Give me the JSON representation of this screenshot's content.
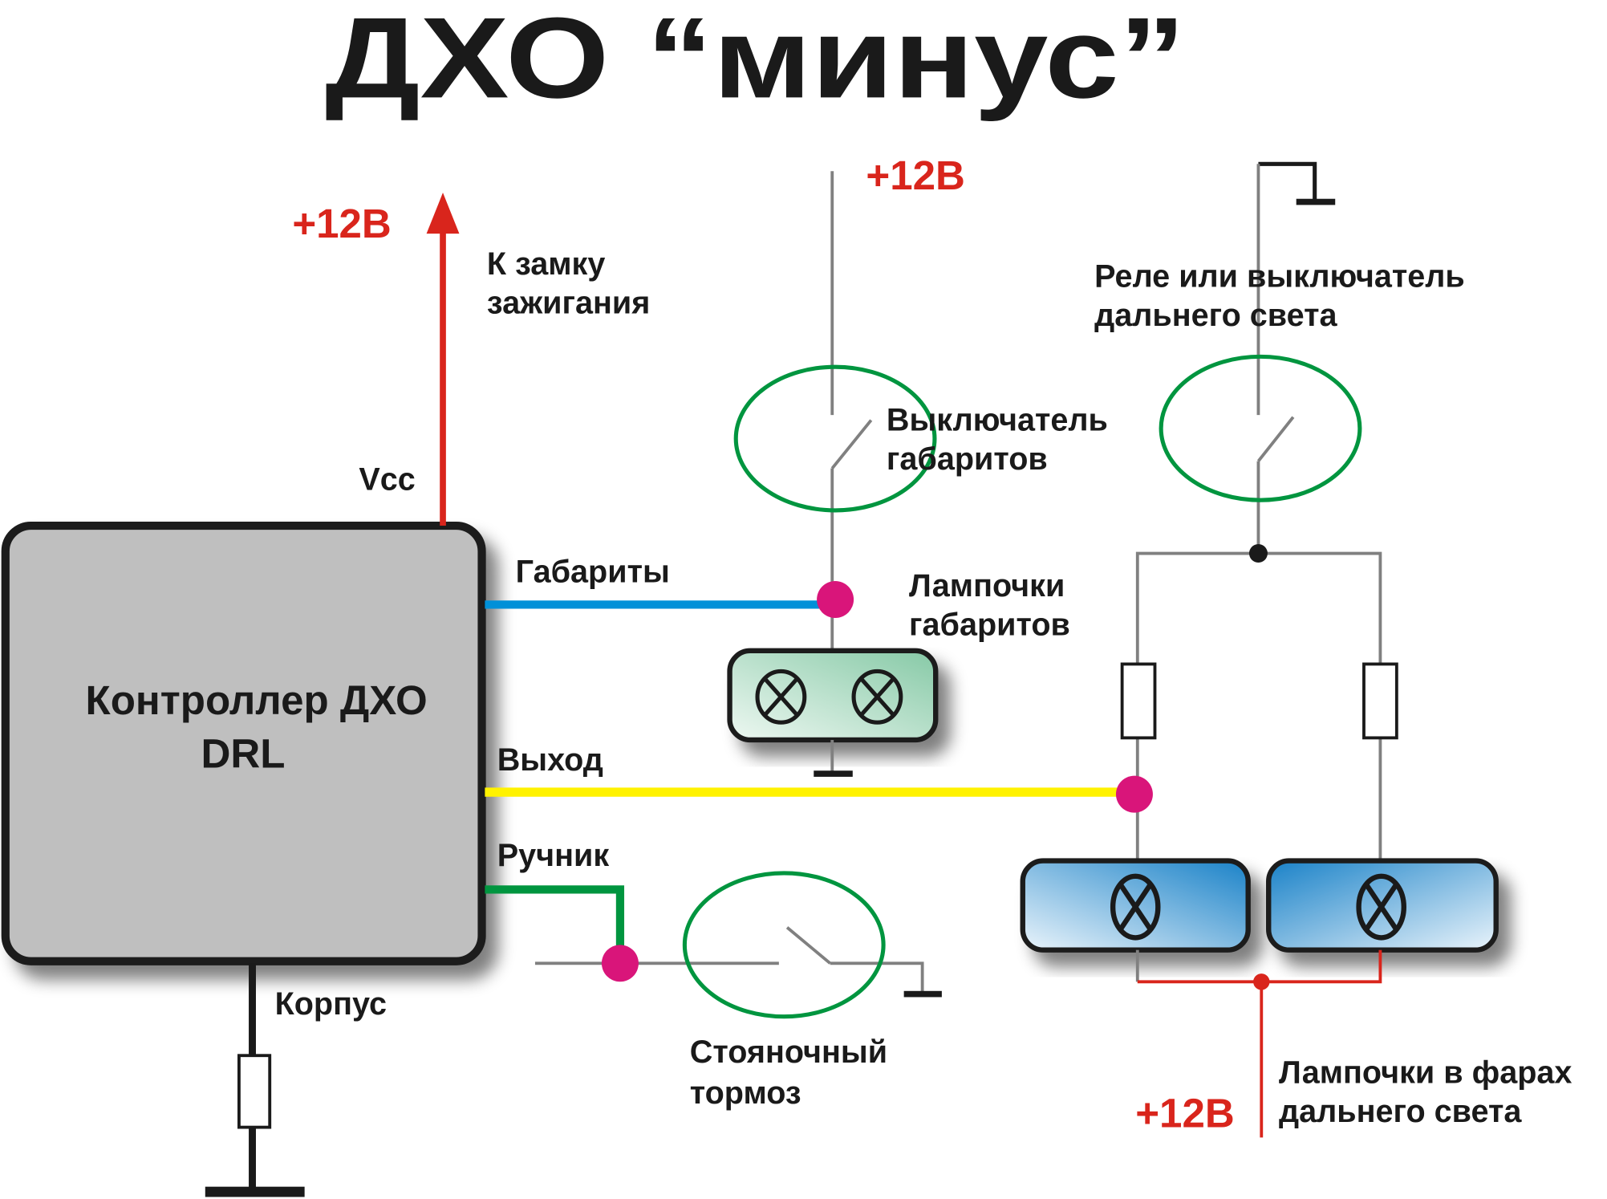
{
  "title": "ДХО “минус”",
  "controller": {
    "line1": "Контроллер ДХО",
    "line2": "DRL"
  },
  "labels": {
    "vcc": "Vcc",
    "plus12_ignition": "+12В",
    "ignition_line1": "К замку",
    "ignition_line2": "зажигания",
    "plus12_parking": "+12В",
    "parking_switch_line1": "Выключатель",
    "parking_switch_line2": "габаритов",
    "parking_lamps_line1": "Лампочки",
    "parking_lamps_line2": "габаритов",
    "gabarity": "Габариты",
    "output": "Выход",
    "handbrake": "Ручник",
    "ground": "Корпус",
    "parking_brake_line1": "Стояночный",
    "parking_brake_line2": "тормоз",
    "relay_line1": "Реле или выключатель",
    "relay_line2": "дальнего света",
    "highbeam_line1": "Лампочки в фарах",
    "highbeam_line2": "дальнего света",
    "plus12_highbeam": "+12В"
  },
  "colors": {
    "power": "#d9251c",
    "gabarity_wire": "#0090d8",
    "output_wire": "#fff200",
    "handbrake_wire": "#00953f",
    "junction": "#d9157a",
    "switch_outline": "#00953f"
  }
}
